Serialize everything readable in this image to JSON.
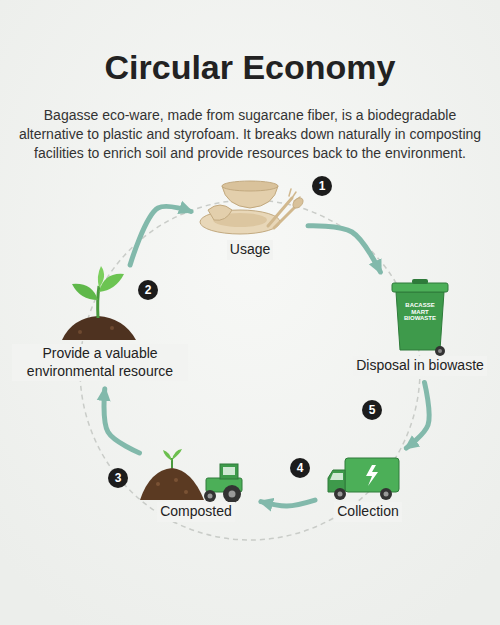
{
  "diagram": {
    "title": "Circular Economy",
    "caption": "Bagasse eco-ware, made from sugarcane fiber, is a biodegradable alternative to plastic and styrofoam. It breaks down naturally in composting facilities to enrich soil and provide resources back to the environment.",
    "nodes": [
      {
        "text": [
          "Usage"
        ]
      },
      {
        "text": [
          "Disposal in biowaste"
        ]
      },
      {
        "text": [
          "Collection"
        ]
      },
      {
        "text": [
          "Composted"
        ]
      },
      {
        "text": [
          "Provide a valuable environmental resource"
        ]
      }
    ],
    "edges": [
      {
        "from": 0,
        "to": 1,
        "arrow": "to"
      },
      {
        "from": 1,
        "to": 2,
        "arrow": "to"
      },
      {
        "from": 2,
        "to": 3,
        "arrow": "to"
      },
      {
        "from": 3,
        "to": 4,
        "arrow": "to"
      },
      {
        "from": 4,
        "to": 0,
        "arrow": "to"
      }
    ],
    "labels": [
      "1",
      "5",
      "4",
      "3",
      "2",
      "BACASSE MART BIOWASTE"
    ]
  }
}
